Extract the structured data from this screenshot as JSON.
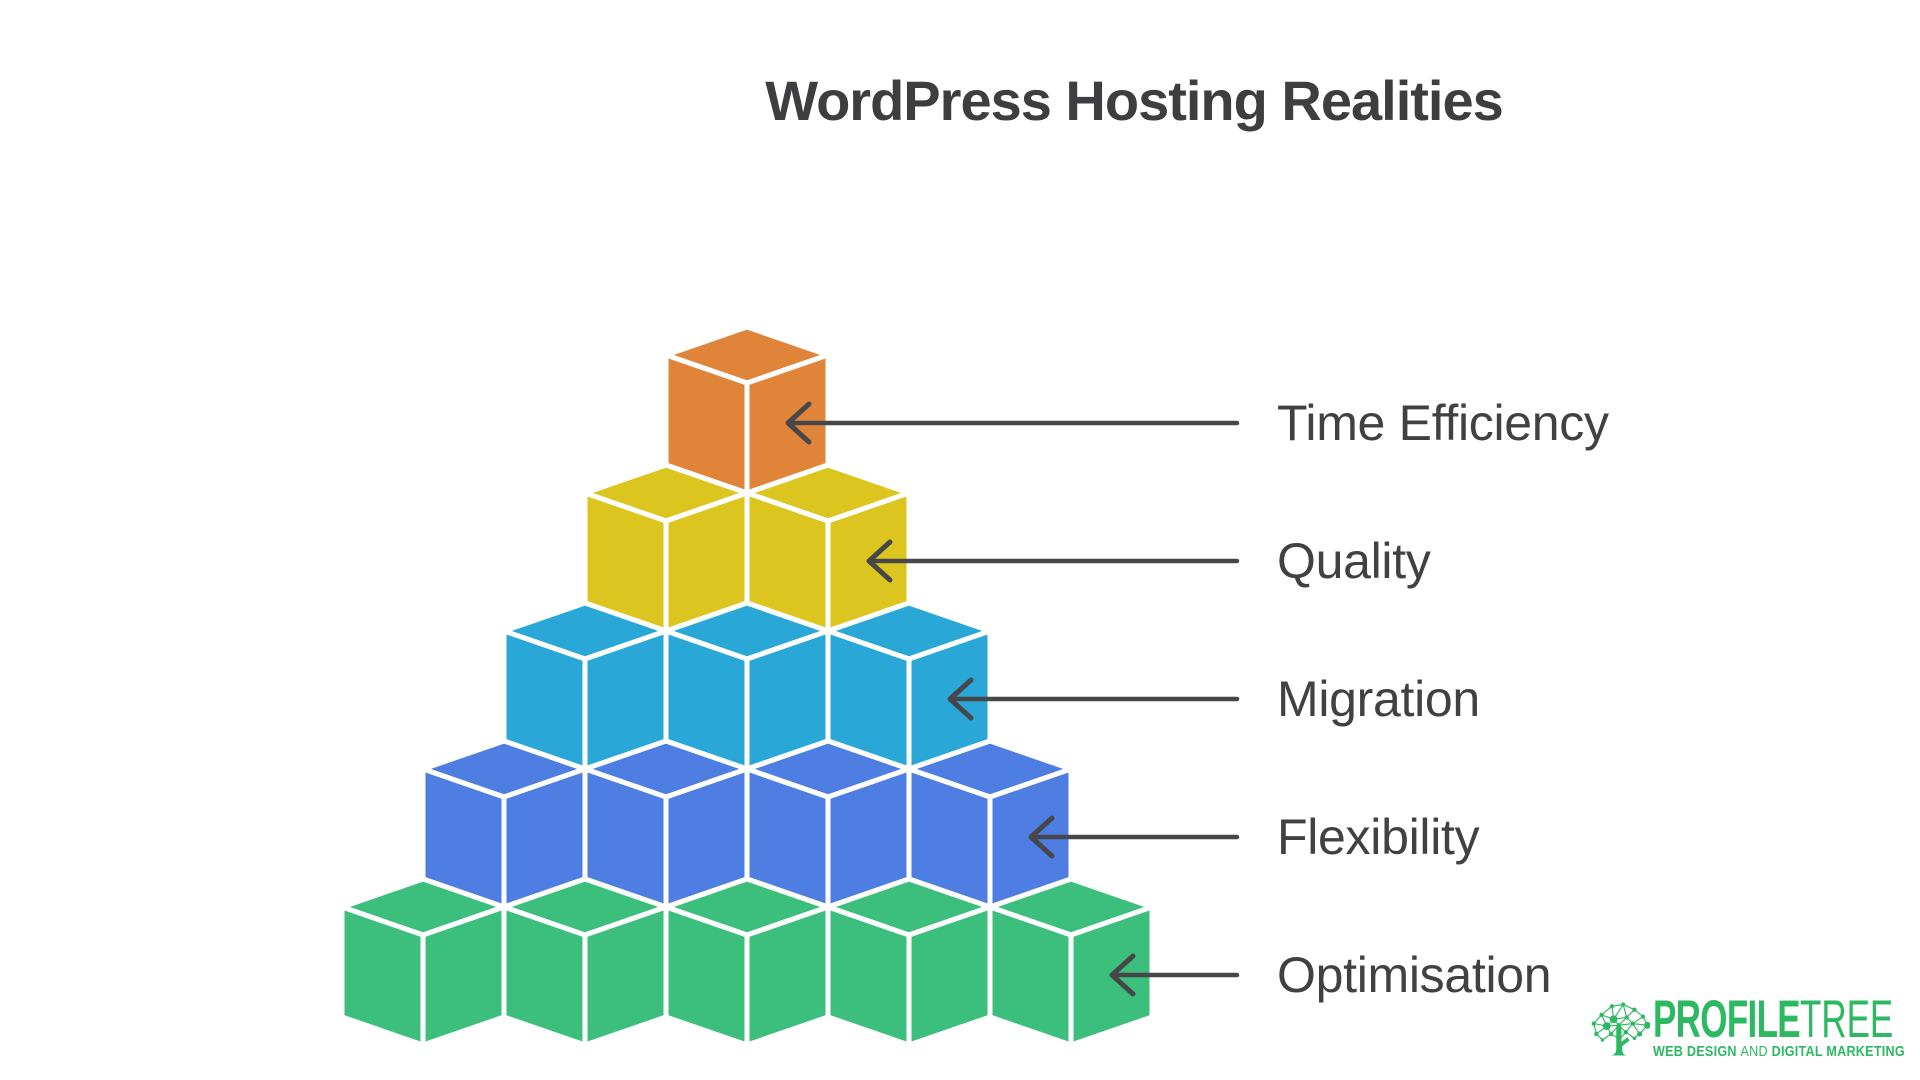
{
  "header": {
    "title": "WordPress Hosting Realities",
    "color": "#3E3E40"
  },
  "diagram": {
    "type": "isometric-cube-pyramid",
    "rows": [
      {
        "id": "time-efficiency",
        "label": "Time Efficiency",
        "color": "#E08439",
        "cubes": 1
      },
      {
        "id": "quality",
        "label": "Quality",
        "color": "#DCC51E",
        "cubes": 2
      },
      {
        "id": "migration",
        "label": "Migration",
        "color": "#29A8D8",
        "cubes": 3
      },
      {
        "id": "flexibility",
        "label": "Flexibility",
        "color": "#4E7EE1",
        "cubes": 4
      },
      {
        "id": "optimisation",
        "label": "Optimisation",
        "color": "#3CBF7C",
        "cubes": 5
      }
    ],
    "edge_color": "#FFFFFF",
    "arrow_color": "#47474A",
    "label_color": "#414141"
  },
  "logo": {
    "name_bold": "PROFILE",
    "name_light": "TREE",
    "tagline_bold_1": "WEB DESIGN",
    "tagline_regular": "AND",
    "tagline_bold_2": "DIGITAL MARKETING",
    "color": "#2DB862"
  }
}
